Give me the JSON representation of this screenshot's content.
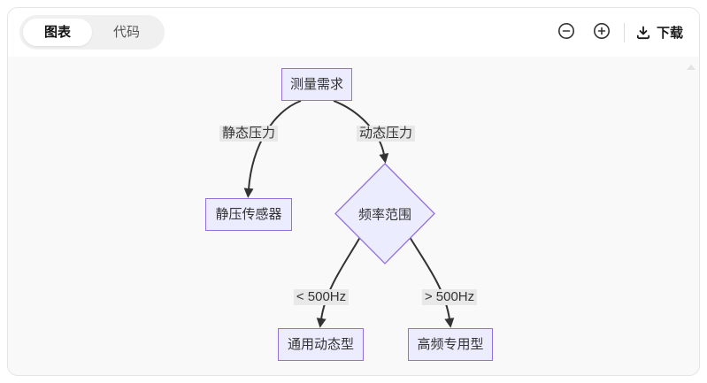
{
  "tabs": {
    "chart_label": "图表",
    "code_label": "代码"
  },
  "toolbar": {
    "zoom_out_icon": "zoom-out",
    "zoom_in_icon": "zoom-in",
    "download_label": "下载"
  },
  "flowchart": {
    "type": "decision-tree",
    "nodes": {
      "root": "测量需求",
      "static_sensor": "静压传感器",
      "freq_decision": "频率范围",
      "general_dynamic": "通用动态型",
      "high_freq": "高频专用型"
    },
    "edge_labels": {
      "static": "静态压力",
      "dynamic": "动态压力",
      "below_500": "< 500Hz",
      "above_500": "> 500Hz"
    },
    "edges": [
      {
        "from": "root",
        "label": "静态压力",
        "to": "静压传感器"
      },
      {
        "from": "root",
        "label": "动态压力",
        "to": "频率范围"
      },
      {
        "from": "频率范围",
        "label": "< 500Hz",
        "to": "通用动态型"
      },
      {
        "from": "频率范围",
        "label": "> 500Hz",
        "to": "高频专用型"
      }
    ]
  },
  "colors": {
    "node_fill": "#ECECFF",
    "node_border": "#9370DB",
    "edge_stroke": "#333333",
    "label_bg": "#e8e8e8",
    "canvas_bg": "#f9f9fa"
  }
}
